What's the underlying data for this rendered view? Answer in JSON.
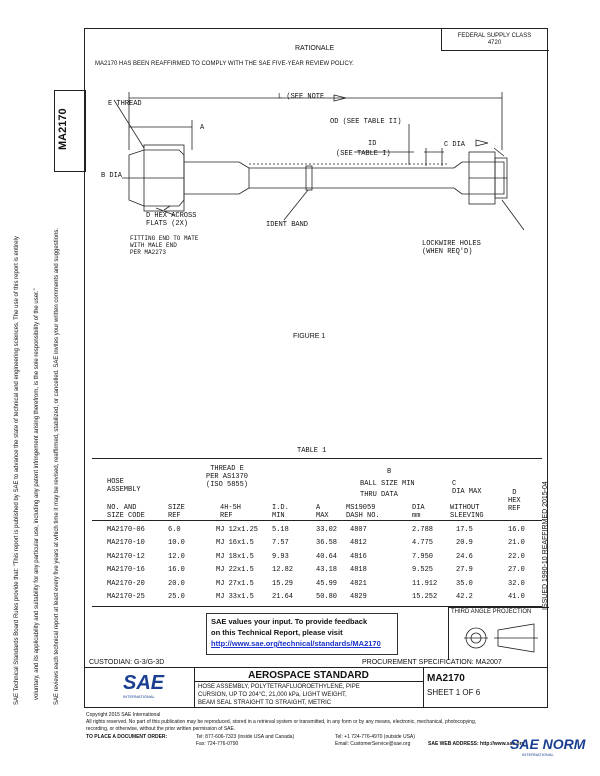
{
  "header": {
    "federal_class": "FEDERAL SUPPLY CLASS\n4720",
    "doc_number": "MA2170",
    "rationale_title": "RATIONALE",
    "rationale_text": "MA2170 HAS BEEN REAFFIRMED TO COMPLY WITH THE SAE FIVE-YEAR REVIEW POLICY."
  },
  "side": {
    "left_text_1": "SAE Technical Standards Board Rules provide that: \"This report is published by SAE to advance the state of technical and engineering sciences. The use of this report is entirely",
    "left_text_2": "voluntary, and its applicability and suitability for any particular use, including any patent infringement arising therefrom, is the sole responsibility of the user.\"",
    "left_text_3": "SAE reviews each technical report at least every five years at which time it may be revised, reaffirmed, stabilized, or cancelled. SAE invites your written comments and suggestions.",
    "right_issued": "ISSUED 1990-10   REAFFIRMED 2015-04"
  },
  "figure": {
    "labels": {
      "e_thread": "E THREAD",
      "l_see_note": "L (SEE NOTE",
      "a": "A",
      "od": "OD (SEE TABLE II)",
      "id": "ID",
      "see_table_1": "(SEE TABLE I)",
      "c_dia": "C DIA",
      "b_dia": "B DIA",
      "d_hex": "D HEX ACROSS\nFLATS (2X)",
      "ident_band": "IDENT BAND",
      "fitting_end": "FITTING END TO MATE\nWITH MALE END\nPER MA2273",
      "lockwire": "LOCKWIRE HOLES\n(WHEN REQ'D)"
    },
    "caption": "FIGURE 1"
  },
  "table": {
    "title": "TABLE 1",
    "headers": {
      "hose_assembly": "HOSE\nASSEMBLY",
      "no_and": "NO. AND\nSIZE CODE",
      "size": "SIZE\nREF",
      "thread_e": "THREAD E\nPER AS1370\n(ISO 5855)",
      "4h5h": "4H-5H\nREF",
      "id": "I.D.\nMIN",
      "a": "A\nMAX",
      "b": "B",
      "ball_size": "BALL SIZE MIN",
      "thru_data": "THRU DATA",
      "ms": "MS19059\nDASH NO.",
      "dia": "DIA\nmm",
      "c": "C\nDIA MAX",
      "without": "WITHOUT\nSLEEVING",
      "d": "D\nHEX\nREF"
    },
    "rows": [
      [
        "MA2170-06",
        "6.0",
        "MJ 12x1.25",
        "5.18",
        "33.02",
        "4807",
        "2.788",
        "17.5",
        "16.0"
      ],
      [
        "MA2170-10",
        "10.0",
        "MJ 16x1.5",
        "7.57",
        "36.58",
        "4812",
        "4.775",
        "20.9",
        "21.0"
      ],
      [
        "MA2170-12",
        "12.0",
        "MJ 18x1.5",
        "9.93",
        "40.64",
        "4816",
        "7.950",
        "24.6",
        "22.0"
      ],
      [
        "MA2170-16",
        "16.0",
        "MJ 22x1.5",
        "12.82",
        "43.18",
        "4818",
        "9.525",
        "27.9",
        "27.0"
      ],
      [
        "MA2170-20",
        "20.0",
        "MJ 27x1.5",
        "15.29",
        "45.99",
        "4821",
        "11.912",
        "35.0",
        "32.0"
      ],
      [
        "MA2170-25",
        "25.0",
        "MJ 33x1.5",
        "21.64",
        "50.80",
        "4829",
        "15.252",
        "42.2",
        "41.0"
      ]
    ]
  },
  "projection_label": "THIRD ANGLE PROJECTION",
  "feedback": {
    "line1": "SAE values your input. To provide feedback",
    "line2": "on this Technical Report, please visit",
    "link": "http://www.sae.org/technical/standards/MA2170"
  },
  "bottom": {
    "custodian": "CUSTODIAN: G-3/G-3D",
    "procurement": "PROCUREMENT SPECIFICATION: MA2007",
    "aerospace": "AEROSPACE STANDARD",
    "desc1": "HOSE ASSEMBLY, POLYTETRAFLUOROETHYLENE, PIPE",
    "desc2": "CURSION, UP TO 204°C, 21,000 kPa, LIGHT WEIGHT,",
    "desc3": "BEAM SEAL STRAIGHT TO STRAIGHT, METRIC",
    "doc": "MA2170",
    "sheet": "SHEET 1 OF 6",
    "logo": "SAE",
    "logo_sub": "INTERNATIONAL"
  },
  "footer": {
    "copyright": "Copyright 2015 SAE International",
    "rights": "All rights reserved. No part of this publication may be reproduced, stored in a retrieval system or transmitted, in any form or by any means, electronic, mechanical, photocopying,",
    "rights2": "recording, or otherwise, without the prior written permission of SAE.",
    "order": "TO PLACE A DOCUMENT ORDER:",
    "tel1": "Tel: 877-606-7323 (inside USA and Canada)",
    "tel2": "Tel: +1 724-776-4970 (outside USA)",
    "fax": "Fax: 724-776-0790",
    "email": "Email: CustomerService@sae.org",
    "web": "SAE WEB ADDRESS: http://www.sae.org",
    "watermark": "SAE NORM",
    "watermark_sub": "INTERNATIONAL"
  }
}
